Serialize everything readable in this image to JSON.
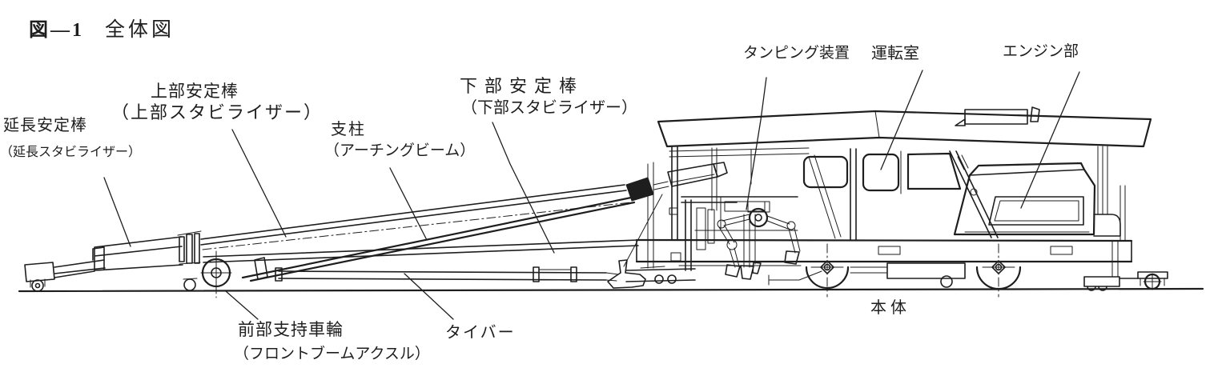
{
  "figure": {
    "number": "図—1",
    "title": "全体図"
  },
  "labels": {
    "extension_stabilizer": {
      "line1": "延長安定棒",
      "line2": "（延長スタビライザー）"
    },
    "upper_stabilizer": {
      "line1": "上部安定棒",
      "line2": "（上部スタビライザー）"
    },
    "strut": {
      "line1": "支柱",
      "line2": "（アーチングビーム）"
    },
    "lower_stabilizer": {
      "line1": "下部安定棒",
      "line2": "（下部スタビライザー）"
    },
    "tamping_device": "タンピング装置",
    "cab": "運転室",
    "engine": "エンジン部",
    "front_support_wheel": {
      "line1": "前部支持車輪",
      "line2": "（フロントブームアクスル）"
    },
    "tie_bar": "タイバー",
    "main_body": "本体"
  },
  "colors": {
    "ink": "#1e1e1e",
    "paper": "#ffffff"
  }
}
